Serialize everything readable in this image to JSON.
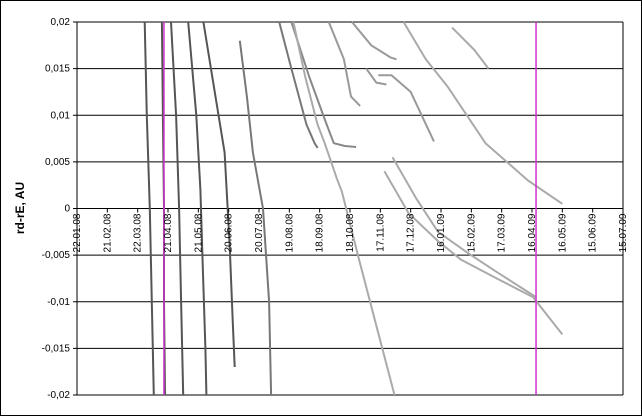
{
  "chart_data": {
    "type": "line",
    "title": "",
    "xlabel": "",
    "ylabel": "rd-rE, AU",
    "ylim": [
      -0.02,
      0.02
    ],
    "yticks": [
      "0,02",
      "0,015",
      "0,01",
      "0,005",
      "0",
      "-0,005",
      "-0,01",
      "-0,015",
      "-0,02"
    ],
    "ytick_values": [
      0.02,
      0.015,
      0.01,
      0.005,
      0,
      -0.005,
      -0.01,
      -0.015,
      -0.02
    ],
    "xlim": [
      "2008-01-22",
      "2009-07-15"
    ],
    "xticks": [
      "22.01.08",
      "21.02.08",
      "22.03.08",
      "21.04.08",
      "21.05.08",
      "20.06.08",
      "20.07.08",
      "19.08.08",
      "18.09.08",
      "18.10.08",
      "17.11.08",
      "17.12.08",
      "16.01.09",
      "15.02.09",
      "17.03.09",
      "16.04.09",
      "16.05.09",
      "15.06.09",
      "15.07.09"
    ],
    "gridlines": "horizontal",
    "vlines": {
      "color": "#cc33cc",
      "x": [
        "2008-04-17",
        "2009-04-20"
      ]
    },
    "series": [
      {
        "color": "#555555",
        "points": [
          [
            "2008-03-29",
            0.02
          ],
          [
            "2008-03-31",
            0.01
          ],
          [
            "2008-04-03",
            0.0
          ],
          [
            "2008-04-05",
            -0.01
          ],
          [
            "2008-04-07",
            -0.02
          ]
        ]
      },
      {
        "color": "#555555",
        "points": [
          [
            "2008-04-15",
            0.02
          ],
          [
            "2008-04-16",
            0.01
          ],
          [
            "2008-04-17",
            0.0
          ],
          [
            "2008-04-17",
            -0.01
          ],
          [
            "2008-04-18",
            -0.02
          ]
        ]
      },
      {
        "color": "#555555",
        "points": [
          [
            "2008-04-24",
            0.02
          ],
          [
            "2008-04-29",
            0.01
          ],
          [
            "2008-05-02",
            0.0
          ],
          [
            "2008-05-04",
            -0.01
          ],
          [
            "2008-05-06",
            -0.02
          ]
        ]
      },
      {
        "color": "#555555",
        "points": [
          [
            "2008-05-11",
            0.02
          ],
          [
            "2008-05-19",
            0.01
          ],
          [
            "2008-05-23",
            0.002
          ],
          [
            "2008-05-25",
            -0.005
          ],
          [
            "2008-05-28",
            -0.015
          ],
          [
            "2008-05-29",
            -0.02
          ]
        ]
      },
      {
        "color": "#555555",
        "points": [
          [
            "2008-05-26",
            0.02
          ],
          [
            "2008-06-07",
            0.012
          ],
          [
            "2008-06-16",
            0.006
          ],
          [
            "2008-06-21",
            -0.004
          ],
          [
            "2008-06-24",
            -0.012
          ],
          [
            "2008-06-26",
            -0.017
          ]
        ]
      },
      {
        "color": "#777777",
        "points": [
          [
            "2008-07-01",
            0.018
          ],
          [
            "2008-07-08",
            0.012
          ],
          [
            "2008-07-14",
            0.006
          ],
          [
            "2008-07-24",
            0.0
          ],
          [
            "2008-07-30",
            -0.01
          ],
          [
            "2008-08-01",
            -0.02
          ]
        ]
      },
      {
        "color": "#777777",
        "points": [
          [
            "2008-08-09",
            0.02
          ],
          [
            "2008-08-21",
            0.015
          ],
          [
            "2008-09-05",
            0.009
          ],
          [
            "2008-09-13",
            0.007
          ],
          [
            "2008-09-16",
            0.0065
          ]
        ]
      },
      {
        "color": "#888888",
        "points": [
          [
            "2008-08-21",
            0.02
          ],
          [
            "2008-09-08",
            0.014
          ],
          [
            "2008-09-25",
            0.009
          ],
          [
            "2008-10-02",
            0.007
          ],
          [
            "2008-10-13",
            0.0067
          ],
          [
            "2008-10-24",
            0.0066
          ]
        ]
      },
      {
        "color": "#999999",
        "points": [
          [
            "2008-09-27",
            0.02
          ],
          [
            "2008-10-12",
            0.016
          ],
          [
            "2008-10-19",
            0.012
          ],
          [
            "2008-10-28",
            0.011
          ]
        ]
      },
      {
        "color": "#999999",
        "points": [
          [
            "2008-11-03",
            0.015
          ],
          [
            "2008-11-13",
            0.0135
          ],
          [
            "2008-11-23",
            0.0133
          ]
        ]
      },
      {
        "color": "#999999",
        "points": [
          [
            "2008-11-15",
            0.0143
          ],
          [
            "2008-11-28",
            0.0143
          ],
          [
            "2008-12-17",
            0.0125
          ],
          [
            "2009-01-09",
            0.0072
          ]
        ]
      },
      {
        "color": "#999999",
        "points": [
          [
            "2008-10-20",
            0.02
          ],
          [
            "2008-11-08",
            0.0175
          ],
          [
            "2008-11-27",
            0.0162
          ],
          [
            "2008-12-03",
            0.016
          ]
        ]
      },
      {
        "color": "#aaaaaa",
        "points": [
          [
            "2008-08-23",
            0.02
          ],
          [
            "2008-09-04",
            0.014
          ],
          [
            "2008-09-16",
            0.009
          ],
          [
            "2008-09-23",
            0.007
          ],
          [
            "2008-10-05",
            0.0032
          ],
          [
            "2008-10-10",
            0.0018
          ],
          [
            "2008-10-27",
            -0.0055
          ],
          [
            "2008-12-01",
            -0.02
          ]
        ]
      },
      {
        "color": "#aaaaaa",
        "points": [
          [
            "2008-12-10",
            0.02
          ],
          [
            "2009-01-01",
            0.016
          ],
          [
            "2009-01-23",
            0.013
          ],
          [
            "2009-03-01",
            0.007
          ],
          [
            "2009-04-12",
            0.003
          ],
          [
            "2009-05-16",
            0.0005
          ]
        ]
      },
      {
        "color": "#aaaaaa",
        "points": [
          [
            "2009-01-27",
            0.0194
          ],
          [
            "2009-02-18",
            0.017
          ],
          [
            "2009-03-04",
            0.015
          ]
        ]
      },
      {
        "color": "#aaaaaa",
        "points": [
          [
            "2008-11-21",
            0.004
          ],
          [
            "2008-12-15",
            -0.0005
          ],
          [
            "2009-01-13",
            -0.0035
          ],
          [
            "2009-02-05",
            -0.0055
          ],
          [
            "2009-03-12",
            -0.0075
          ],
          [
            "2009-04-17",
            -0.0095
          ],
          [
            "2009-05-16",
            -0.0135
          ]
        ]
      },
      {
        "color": "#aaaaaa",
        "points": [
          [
            "2008-11-29",
            0.0055
          ],
          [
            "2008-12-23",
            0.001
          ],
          [
            "2009-01-13",
            -0.0025
          ],
          [
            "2009-02-12",
            -0.0048
          ],
          [
            "2009-03-12",
            -0.0068
          ],
          [
            "2009-04-20",
            -0.0095
          ]
        ]
      }
    ]
  }
}
